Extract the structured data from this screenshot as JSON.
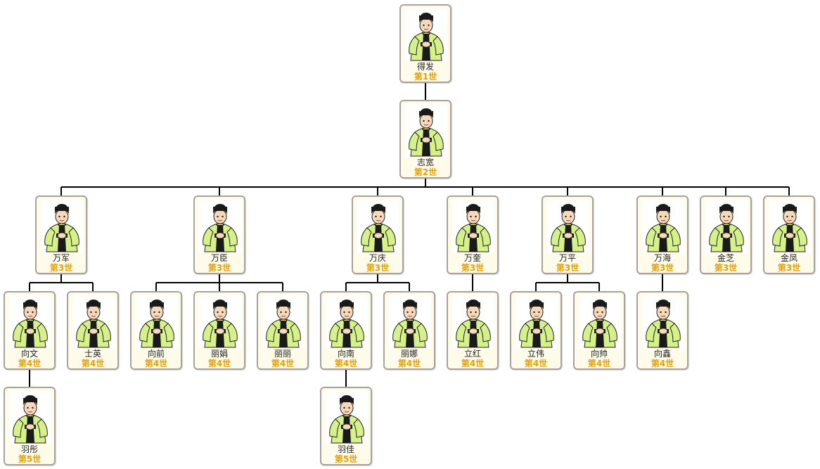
{
  "colors": {
    "connector": "#000000",
    "card_border": "#a9a29a",
    "card_bg": "#fffbea",
    "generation_text": "#e6a100",
    "robe": "#d6f08a"
  },
  "members": [
    {
      "id": "p1",
      "name": "得发",
      "generation": "第1世",
      "parent": null
    },
    {
      "id": "p2",
      "name": "志宽",
      "generation": "第2世",
      "parent": "p1"
    },
    {
      "id": "p3",
      "name": "万军",
      "generation": "第3世",
      "parent": "p2"
    },
    {
      "id": "p4",
      "name": "万臣",
      "generation": "第3世",
      "parent": "p2"
    },
    {
      "id": "p5",
      "name": "万庆",
      "generation": "第3世",
      "parent": "p2"
    },
    {
      "id": "p6",
      "name": "万奎",
      "generation": "第3世",
      "parent": "p2"
    },
    {
      "id": "p7",
      "name": "万平",
      "generation": "第3世",
      "parent": "p2"
    },
    {
      "id": "p8",
      "name": "万海",
      "generation": "第3世",
      "parent": "p2"
    },
    {
      "id": "p9",
      "name": "金芝",
      "generation": "第3世",
      "parent": "p2"
    },
    {
      "id": "p10",
      "name": "金凤",
      "generation": "第3世",
      "parent": "p2"
    },
    {
      "id": "p11",
      "name": "向文",
      "generation": "第4世",
      "parent": "p3"
    },
    {
      "id": "p12",
      "name": "士英",
      "generation": "第4世",
      "parent": "p3"
    },
    {
      "id": "p13",
      "name": "向前",
      "generation": "第4世",
      "parent": "p4"
    },
    {
      "id": "p14",
      "name": "丽娟",
      "generation": "第4世",
      "parent": "p4"
    },
    {
      "id": "p15",
      "name": "丽丽",
      "generation": "第4世",
      "parent": "p4"
    },
    {
      "id": "p16",
      "name": "向南",
      "generation": "第4世",
      "parent": "p5"
    },
    {
      "id": "p17",
      "name": "丽娜",
      "generation": "第4世",
      "parent": "p5"
    },
    {
      "id": "p18",
      "name": "立红",
      "generation": "第4世",
      "parent": "p6"
    },
    {
      "id": "p19",
      "name": "立伟",
      "generation": "第4世",
      "parent": "p7"
    },
    {
      "id": "p20",
      "name": "向帅",
      "generation": "第4世",
      "parent": "p7"
    },
    {
      "id": "p21",
      "name": "向鑫",
      "generation": "第4世",
      "parent": "p8"
    },
    {
      "id": "p22",
      "name": "羽彤",
      "generation": "第5世",
      "parent": "p11"
    },
    {
      "id": "p23",
      "name": "羽佳",
      "generation": "第5世",
      "parent": "p16"
    }
  ]
}
